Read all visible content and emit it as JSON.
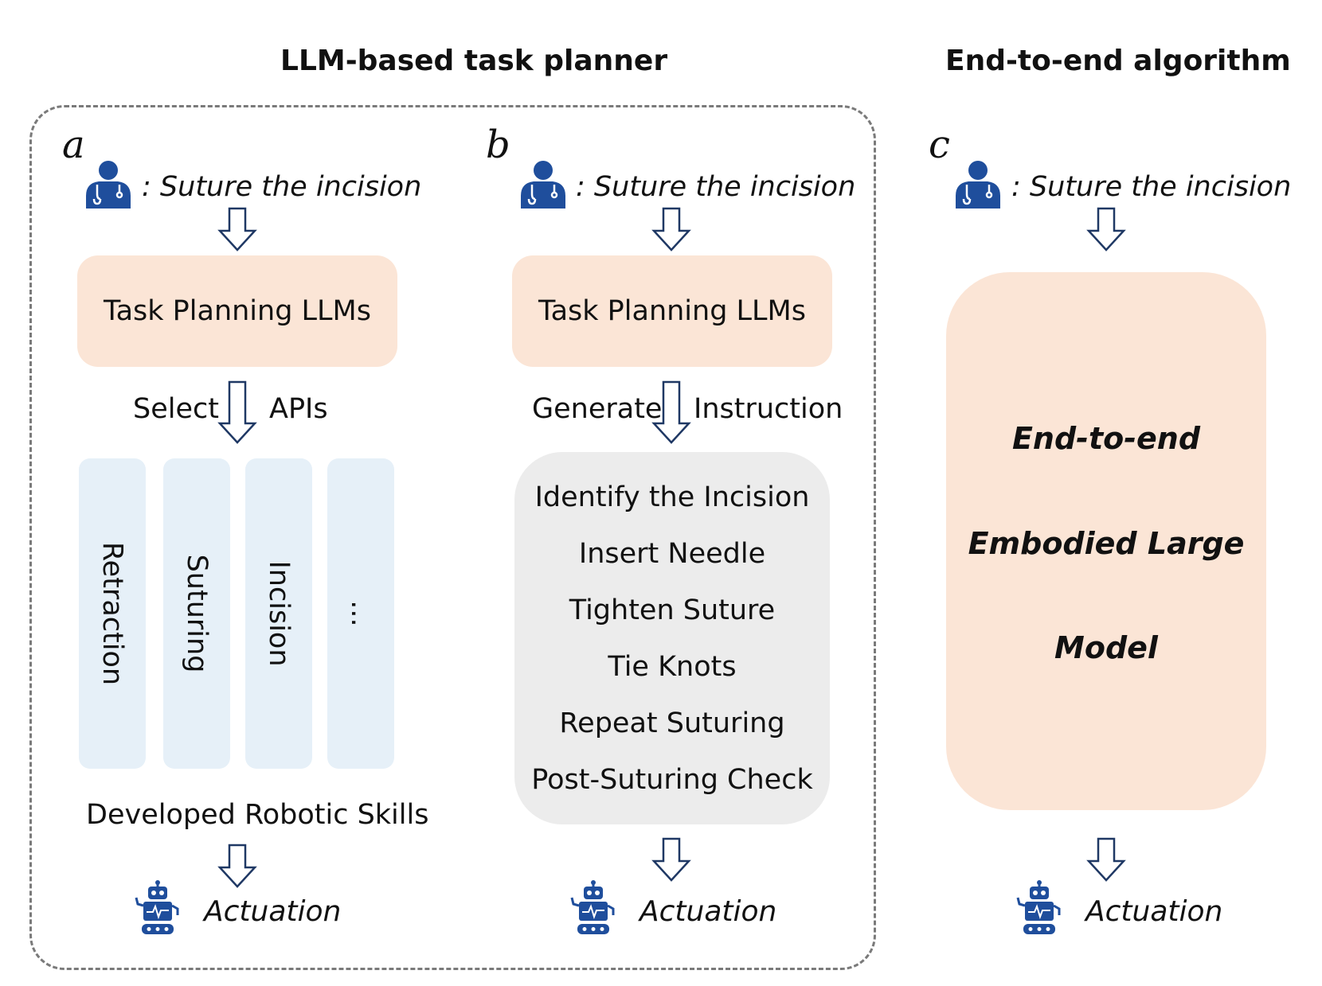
{
  "titles": {
    "left": "LLM-based task planner",
    "right": "End-to-end algorithm"
  },
  "panels": {
    "a": {
      "letter": "a",
      "prompt": ": Suture the incision",
      "planner": "Task Planning LLMs",
      "arrow_left": "Select",
      "arrow_right": "APIs",
      "apis": [
        "Retraction",
        "Suturing",
        "Incision",
        "..."
      ],
      "skills_label": "Developed Robotic Skills",
      "actuation": "Actuation"
    },
    "b": {
      "letter": "b",
      "prompt": ": Suture the incision",
      "planner": "Task Planning LLMs",
      "arrow_left": "Generate",
      "arrow_right": "Instruction",
      "steps": [
        "Identify the Incision",
        "Insert Needle",
        "Tighten Suture",
        "Tie Knots",
        "Repeat Suturing",
        "Post-Suturing Check"
      ],
      "actuation": "Actuation"
    },
    "c": {
      "letter": "c",
      "prompt": ": Suture the incision",
      "model_lines": [
        "End-to-end",
        "Embodied Large",
        "Model"
      ],
      "actuation": "Actuation"
    }
  },
  "colors": {
    "planner_fill": "#fbe5d6",
    "api_fill": "#e6f0f8",
    "steps_fill": "#ececec",
    "icon_blue": "#1f4e9c",
    "arrow_stroke": "#1f3864",
    "frame_stroke": "#7a7a7a"
  },
  "icons": {
    "user": "doctor-icon",
    "arrow": "down-arrow-icon",
    "robot": "robot-icon"
  }
}
